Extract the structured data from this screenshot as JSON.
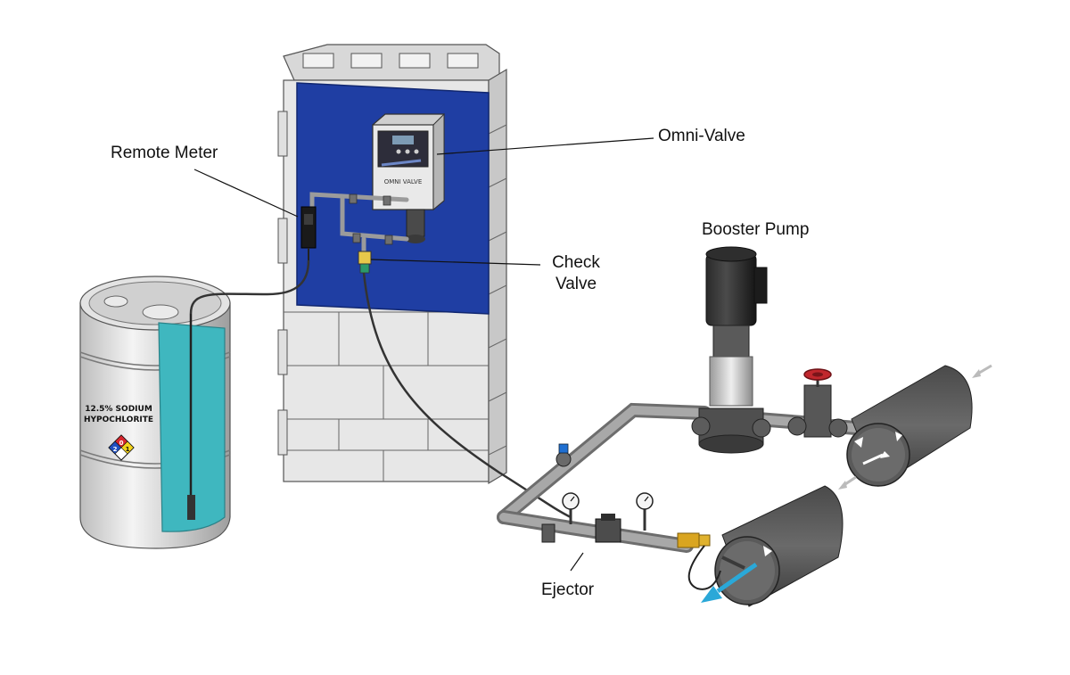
{
  "labels": {
    "remote_meter": "Remote Meter",
    "omni_valve": "Omni-Valve",
    "booster_pump": "Booster Pump",
    "check_valve_line1": "Check",
    "check_valve_line2": "Valve",
    "ejector": "Ejector"
  },
  "drum": {
    "line1": "12.5% SODIUM",
    "line2": "HYPOCHLORITE"
  },
  "hazard_diamond": {
    "health": "2",
    "flammability": "0",
    "reactivity": "1"
  },
  "omni_panel": {
    "brand_text": "OMNI VALVE"
  },
  "colors": {
    "backboard": "#1f3ea3",
    "solution_tank": "#3fb7bf",
    "pipe": "#8c8c8c",
    "handwheel": "#c1272d",
    "flow_arrow": "#2aa8d8",
    "brass": "#d9a520",
    "hazard_health": "#1f4fbf",
    "hazard_flammability": "#d7262e",
    "hazard_reactivity": "#f2d21b"
  },
  "icons": [
    "block-wall",
    "omni-valve-controller",
    "remote-meter",
    "check-valve",
    "chemical-drum",
    "booster-pump",
    "gate-valve",
    "ejector",
    "pressure-gauge",
    "flow-arrow"
  ]
}
